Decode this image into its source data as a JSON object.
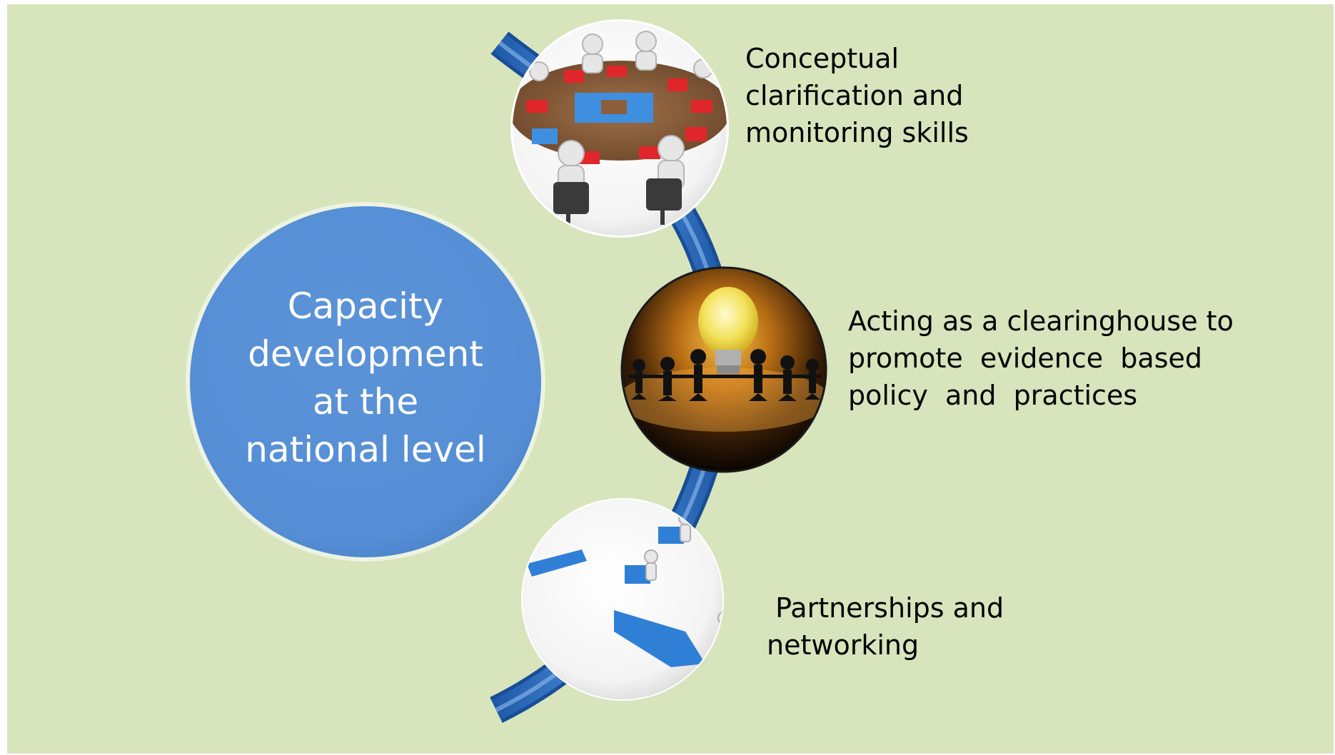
{
  "diagram": {
    "center": {
      "lines": [
        "Capacity",
        "development",
        "at the",
        "national level"
      ]
    },
    "items": [
      {
        "lines": [
          "Conceptual",
          "clarification and",
          "monitoring skills"
        ],
        "image": "meeting-puzzle-table-image"
      },
      {
        "lines": [
          "Acting as a clearinghouse to",
          "promote  evidence  based",
          "policy  and  practices"
        ],
        "image": "lightbulb-paper-people-image"
      },
      {
        "lines": [
          " Partnerships and",
          "networking"
        ],
        "image": "puzzle-success-path-image"
      }
    ]
  },
  "colors": {
    "background": "#d8e4bc",
    "center_circle": "#558ed5",
    "arc": "#2e6fc0",
    "text": "#000000",
    "center_text": "#ffffff"
  }
}
